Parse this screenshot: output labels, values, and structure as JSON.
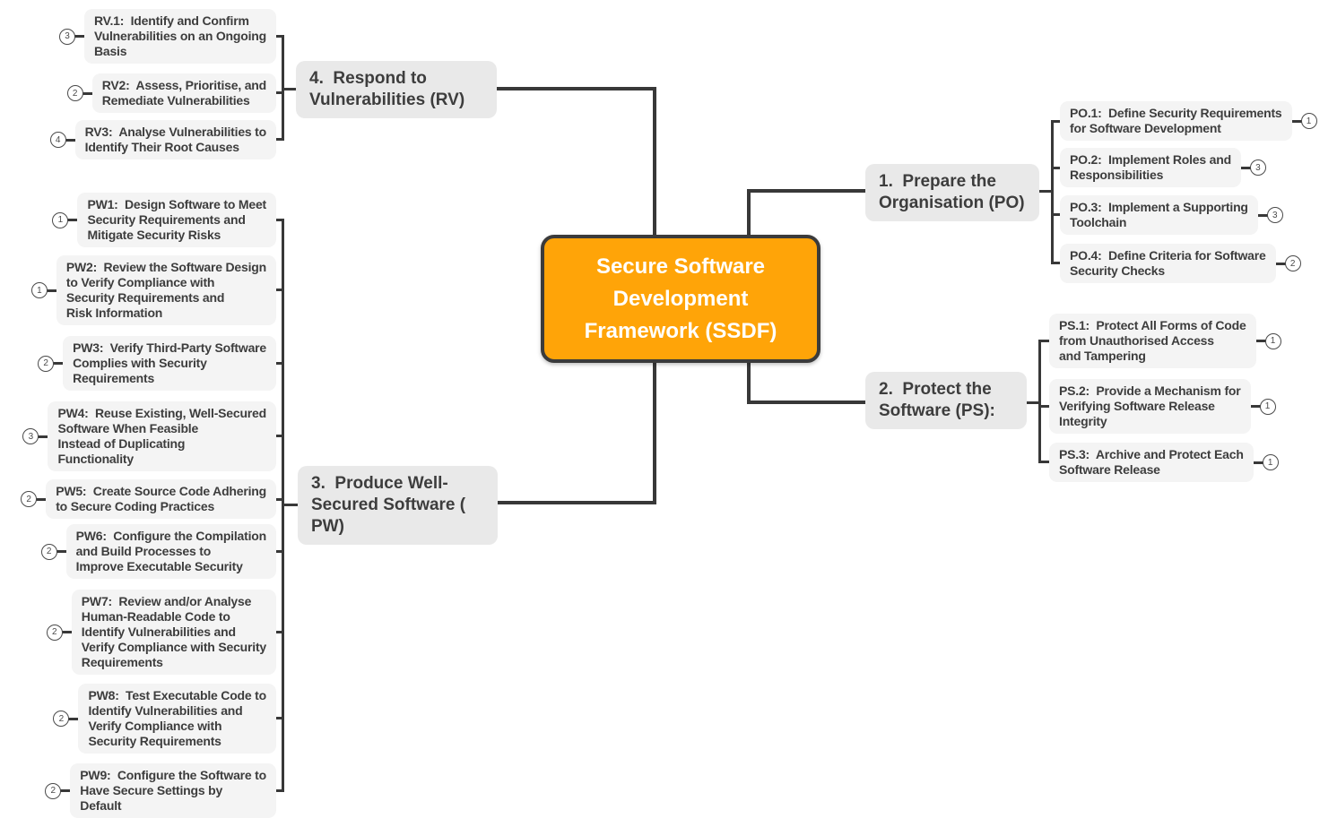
{
  "colors": {
    "root_bg": "#FFA408",
    "root_border": "#3B3B3B",
    "root_text": "#FFFFFF",
    "branch_bg": "#E9E9E9",
    "topic_bg": "#F4F4F4",
    "text": "#3D3D3D",
    "connector": "#383838",
    "badge_border": "#4A4A4A",
    "badge_bg": "#FFFFFF"
  },
  "center": {
    "label": "Secure Software\nDevelopment\nFramework (SSDF)"
  },
  "branches": {
    "po": {
      "label": "1.  Prepare the\nOrganisation (PO)",
      "children": {
        "po1": {
          "label": "PO.1:  Define Security Requirements\nfor Software Development",
          "badge": "1"
        },
        "po2": {
          "label": "PO.2:  Implement Roles and\nResponsibilities",
          "badge": "3"
        },
        "po3": {
          "label": "PO.3:  Implement a Supporting\nToolchain",
          "badge": "3"
        },
        "po4": {
          "label": "PO.4:  Define Criteria for Software\nSecurity Checks",
          "badge": "2"
        }
      }
    },
    "ps": {
      "label": "2.  Protect the\nSoftware (PS):",
      "children": {
        "ps1": {
          "label": "PS.1:  Protect All Forms of Code\nfrom Unauthorised Access\nand Tampering",
          "badge": "1"
        },
        "ps2": {
          "label": "PS.2:  Provide a Mechanism for\nVerifying Software Release\nIntegrity",
          "badge": "1"
        },
        "ps3": {
          "label": "PS.3:  Archive and Protect Each\nSoftware Release",
          "badge": "1"
        }
      }
    },
    "pw": {
      "label": "3.  Produce Well-\nSecured Software (\nPW)",
      "children": {
        "pw1": {
          "label": "PW1:  Design Software to Meet\nSecurity Requirements and\nMitigate Security Risks",
          "badge": "1"
        },
        "pw2": {
          "label": "PW2:  Review the Software Design\nto Verify Compliance with\nSecurity Requirements and\nRisk Information",
          "badge": "1"
        },
        "pw3": {
          "label": "PW3:  Verify Third-Party Software\nComplies with Security\nRequirements",
          "badge": "2"
        },
        "pw4": {
          "label": "PW4:  Reuse Existing, Well-Secured\nSoftware When Feasible\nInstead of Duplicating\nFunctionality",
          "badge": "3"
        },
        "pw5": {
          "label": "PW5:  Create Source Code Adhering\nto Secure Coding Practices",
          "badge": "2"
        },
        "pw6": {
          "label": "PW6:  Configure the Compilation\nand Build Processes to\nImprove Executable Security",
          "badge": "2"
        },
        "pw7": {
          "label": "PW7:  Review and/or Analyse\nHuman-Readable Code to\nIdentify Vulnerabilities and\nVerify Compliance with Security\nRequirements",
          "badge": "2"
        },
        "pw8": {
          "label": "PW8:  Test Executable Code to\nIdentify Vulnerabilities and\nVerify Compliance with\nSecurity Requirements",
          "badge": "2"
        },
        "pw9": {
          "label": "PW9:  Configure the Software to\nHave Secure Settings by\nDefault",
          "badge": "2"
        }
      }
    },
    "rv": {
      "label": "4.  Respond to\nVulnerabilities (RV)",
      "children": {
        "rv1": {
          "label": "RV.1:  Identify and Confirm\nVulnerabilities on an Ongoing\nBasis",
          "badge": "3"
        },
        "rv2": {
          "label": "RV2:  Assess, Prioritise, and\nRemediate Vulnerabilities",
          "badge": "2"
        },
        "rv3": {
          "label": "RV3:  Analyse Vulnerabilities to\nIdentify Their Root Causes",
          "badge": "4"
        }
      }
    }
  }
}
